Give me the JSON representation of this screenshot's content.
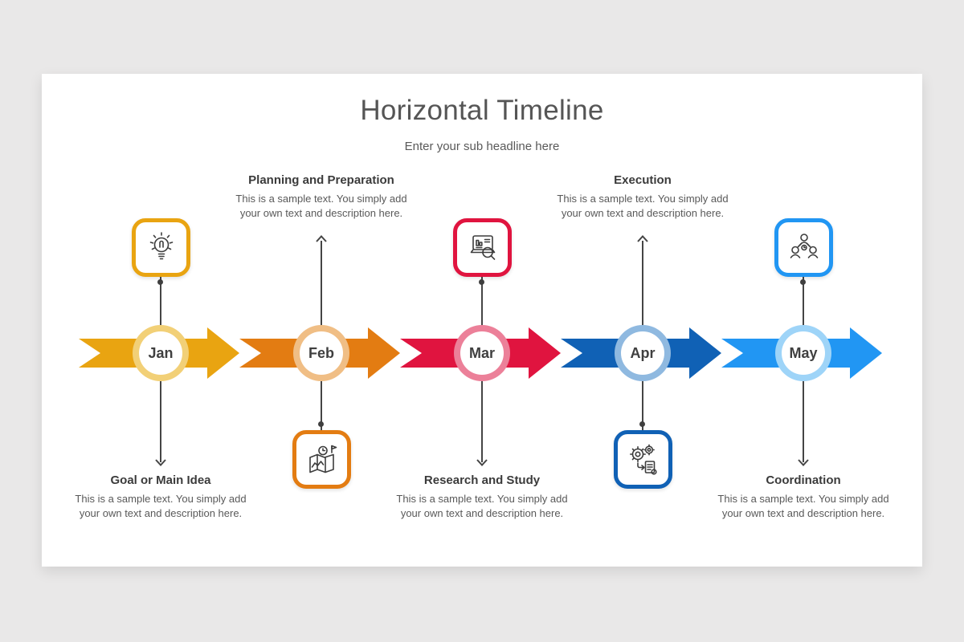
{
  "slide": {
    "title": "Horizontal Timeline",
    "subtitle": "Enter your sub headline here"
  },
  "colors": {
    "page_background": "#E9E8E8",
    "slide_background": "#FFFFFF",
    "title_text": "#555555",
    "heading_text": "#3B3B3B",
    "body_text": "#595959",
    "connector": "#454545"
  },
  "nodes": [
    {
      "month": "Jan",
      "heading": "Goal or Main Idea",
      "description": "This is a sample text. You simply add your own text and description here.",
      "color": "#E9A411",
      "halo": "#F2D077",
      "icon": "lightbulb-idea-icon",
      "text_position": "below"
    },
    {
      "month": "Feb",
      "heading": "Planning and Preparation",
      "description": "This is a sample text. You simply add your own text and description here.",
      "color": "#E37C12",
      "halo": "#F0BE85",
      "icon": "map-planning-icon",
      "text_position": "above"
    },
    {
      "month": "Mar",
      "heading": "Research and Study",
      "description": "This is a sample text. You simply add your own text and description here.",
      "color": "#E0143F",
      "halo": "#EC8099",
      "icon": "laptop-research-icon",
      "text_position": "below"
    },
    {
      "month": "Apr",
      "heading": "Execution",
      "description": "This is a sample text. You simply add your own text and description here.",
      "color": "#1061B5",
      "halo": "#8FB9E0",
      "icon": "gears-execution-icon",
      "text_position": "above"
    },
    {
      "month": "May",
      "heading": "Coordination",
      "description": "This is a sample text. You simply add your own text and description here.",
      "color": "#2196F3",
      "halo": "#9ED4F8",
      "icon": "team-coordination-icon",
      "text_position": "below"
    }
  ]
}
